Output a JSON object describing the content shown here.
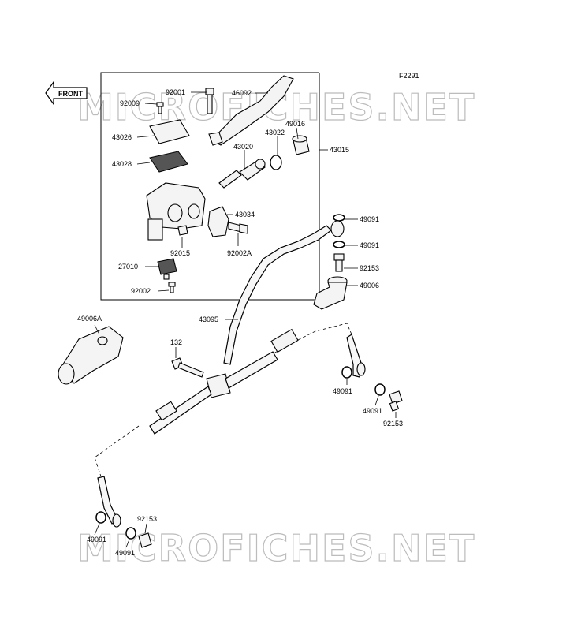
{
  "diagram": {
    "figure_code": "F2291",
    "front_arrow": "FRONT",
    "watermark": "MICROFICHES.NET",
    "parts": {
      "p92001": "92001",
      "p46092": "46092",
      "p92009": "92009",
      "p43022": "43022",
      "p49016": "49016",
      "p43026": "43026",
      "p43020": "43020",
      "p43015": "43015",
      "p43028": "43028",
      "p43034": "43034",
      "p92015": "92015",
      "p92002a": "92002A",
      "p27010": "27010",
      "p92002": "92002",
      "p49091_a": "49091",
      "p49091_b": "49091",
      "p92153_a": "92153",
      "p49006": "49006",
      "p43095": "43095",
      "p49006a": "49006A",
      "p132": "132",
      "p49091_c": "49091",
      "p49091_d": "49091",
      "p92153_b": "92153",
      "p92153_c": "92153",
      "p49091_e": "49091",
      "p49091_f": "49091"
    }
  }
}
